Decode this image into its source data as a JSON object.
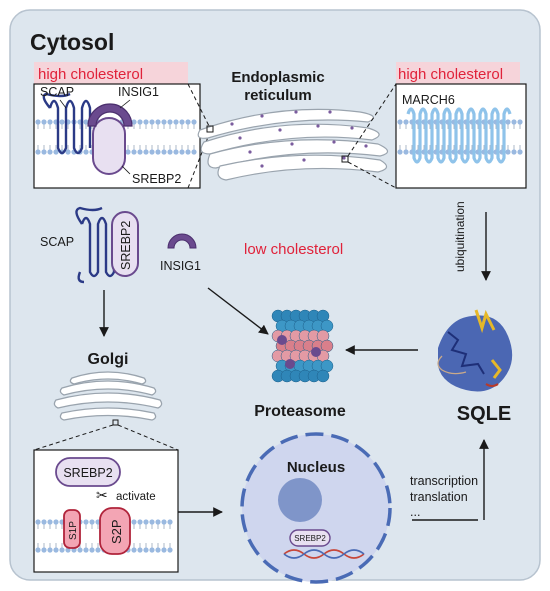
{
  "title": "Cytosol",
  "er_label": [
    "Endoplasmic",
    "reticulum"
  ],
  "high_cholesterol_left": "high cholesterol",
  "high_cholesterol_right": "high cholesterol",
  "low_cholesterol": "low cholesterol",
  "proteins": {
    "scap": "SCAP",
    "insig1": "INSIG1",
    "srebp2": "SREBP2",
    "march6": "MARCH6",
    "s1p": "S1P",
    "s2p": "S2P"
  },
  "golgi": "Golgi",
  "proteasome": "Proteasome",
  "nucleus": "Nucleus",
  "sqle": "SQLE",
  "ubiquitination": "ubiquitination",
  "activate": "activate",
  "transcription": "transcription",
  "translation": "translation",
  "ellipsis": "...",
  "colors": {
    "background": "#dde6ee",
    "highlight": "#f6d4da",
    "scap_blue": "#2b3a86",
    "insig_purple": "#6a4a8e",
    "srebp_fill": "#e8e0f1",
    "march_blue": "#8fc3ea",
    "membrane_head": "#9ab9e0",
    "protease_pink": "#f3a5b4",
    "nucleus_fill": "#cfd6ee"
  }
}
